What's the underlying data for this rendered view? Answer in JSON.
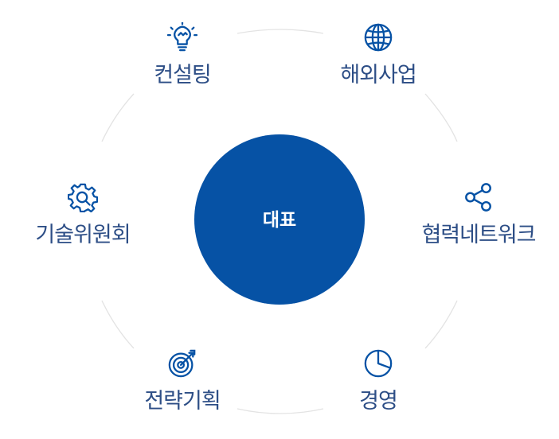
{
  "center": {
    "label": "대표"
  },
  "nodes": [
    {
      "id": "consulting",
      "label": "컨설팅",
      "icon": "lightbulb-icon"
    },
    {
      "id": "overseas",
      "label": "해외사업",
      "icon": "globe-icon"
    },
    {
      "id": "network",
      "label": "협력네트워크",
      "icon": "share-icon"
    },
    {
      "id": "management",
      "label": "경영",
      "icon": "pie-chart-icon"
    },
    {
      "id": "strategy",
      "label": "전략기획",
      "icon": "target-icon"
    },
    {
      "id": "committee",
      "label": "기술위원회",
      "icon": "gear-search-icon"
    }
  ],
  "colors": {
    "primary": "#0652a5",
    "label": "#2d4e86",
    "ring": "#e3e3e3",
    "background": "#ffffff"
  }
}
